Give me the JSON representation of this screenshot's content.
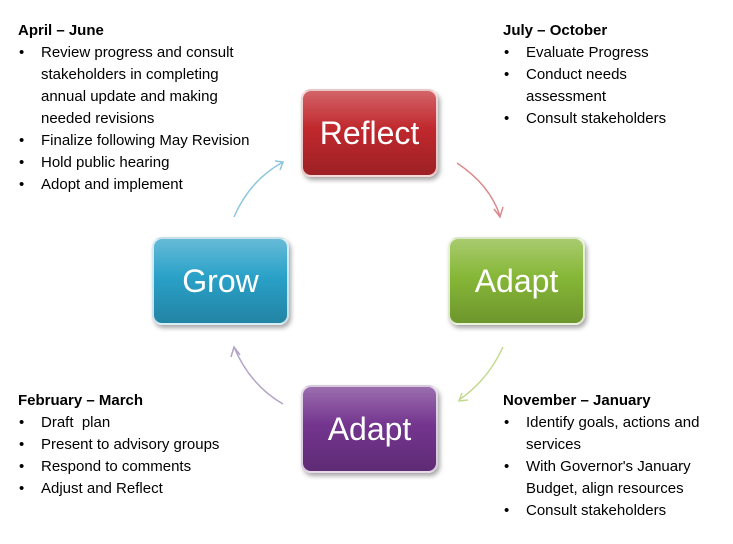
{
  "boxes": {
    "top": {
      "label": "Reflect",
      "color": "#c0282d"
    },
    "right": {
      "label": "Adapt",
      "color": "#86b737"
    },
    "bottom": {
      "label": "Adapt",
      "color": "#74358f"
    },
    "left": {
      "label": "Grow",
      "color": "#2aa1c8"
    }
  },
  "phases": {
    "april_june": {
      "title": "April – June",
      "items": [
        "Review progress and consult stakeholders in completing annual update and making needed revisions",
        "Finalize following May Revision",
        "Hold public hearing",
        "Adopt and implement"
      ]
    },
    "july_october": {
      "title": "July – October",
      "items": [
        "Evaluate Progress",
        "Conduct needs assessment",
        "Consult stakeholders"
      ]
    },
    "february_march": {
      "title": "February – March",
      "items": [
        "Draft  plan",
        "Present to advisory groups",
        "Respond to comments",
        "Adjust and Reflect"
      ]
    },
    "november_january": {
      "title": "November – January",
      "items": [
        "Identify goals, actions and services",
        "With Governor's January Budget, align resources",
        "Consult stakeholders"
      ]
    }
  },
  "arrow_colors": {
    "reflect_to_adapt": "#d98a8c",
    "adapt_to_adapt": "#c3d98f",
    "adapt_to_grow": "#b3a3c8",
    "grow_to_reflect": "#8cc6dd"
  }
}
